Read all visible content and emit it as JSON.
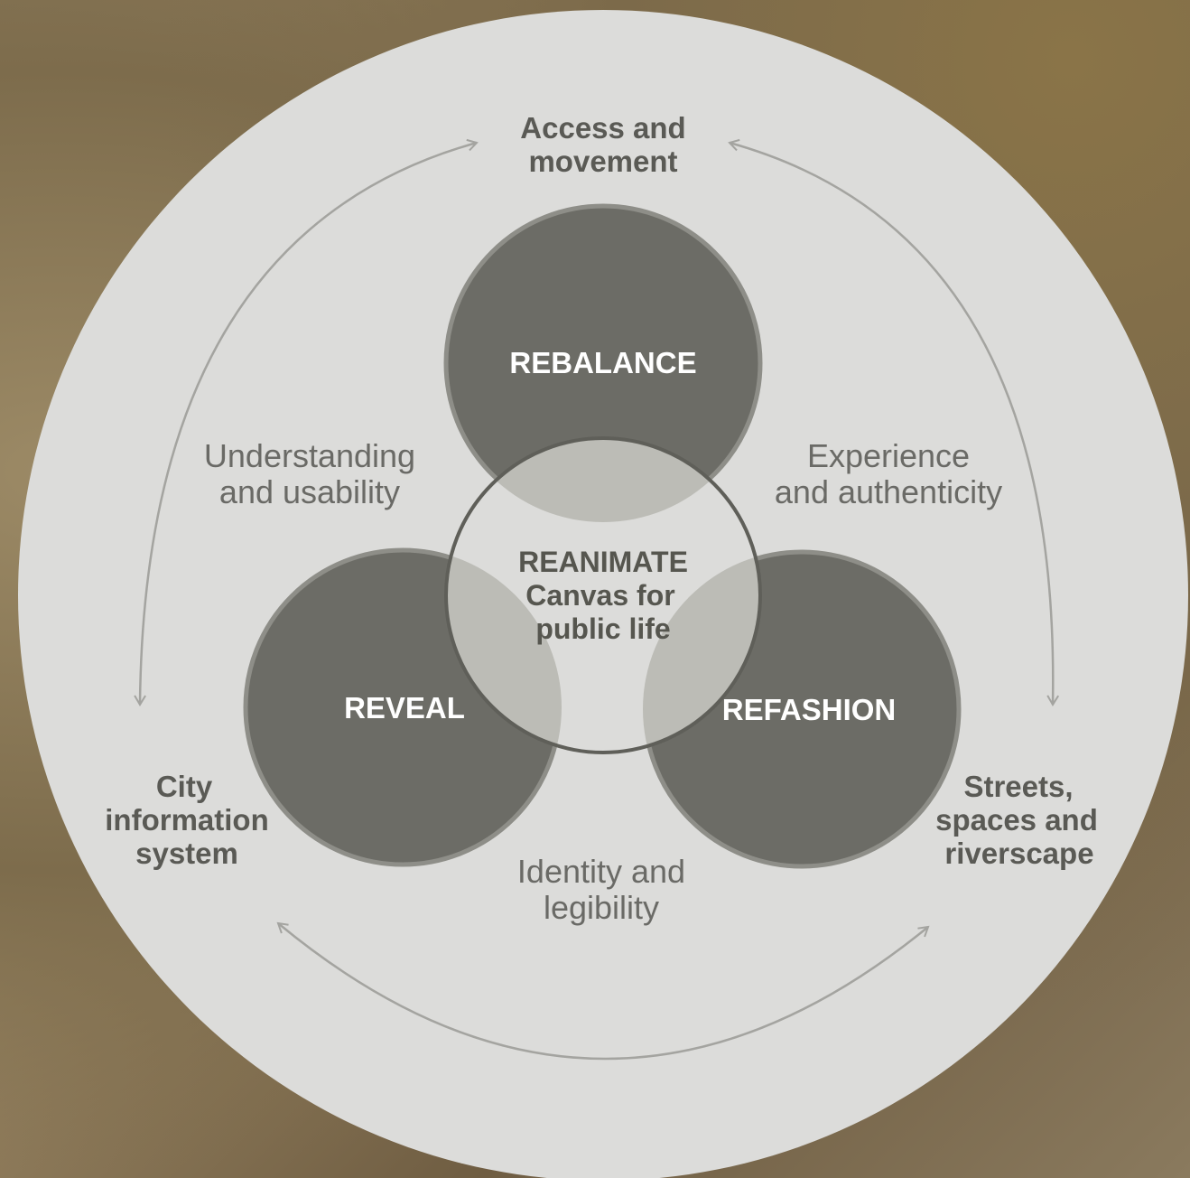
{
  "colors": {
    "outer_disc": "#dcdcda",
    "theme_circle": "#6c6c66",
    "theme_circle_stroke": "#8e8e88",
    "overlap": "#bcbcb6",
    "center_ring": "#5f5f59",
    "arrow": "#a4a4a0"
  },
  "themes": {
    "rebalance": "REBALANCE",
    "reveal": "REVEAL",
    "refashion": "REFASHION"
  },
  "center": {
    "line1": "REANIMATE",
    "line2": "Canvas for",
    "line3": "public life"
  },
  "outcomes": {
    "top": [
      "Access and",
      "movement"
    ],
    "left": [
      "City",
      "information",
      "system"
    ],
    "right": [
      "Streets,",
      "spaces and",
      "riverscape"
    ]
  },
  "relationships": {
    "upper_left": [
      "Understanding",
      "and usability"
    ],
    "upper_right": [
      "Experience",
      "and authenticity"
    ],
    "bottom": [
      "Identity and",
      "legibility"
    ]
  }
}
